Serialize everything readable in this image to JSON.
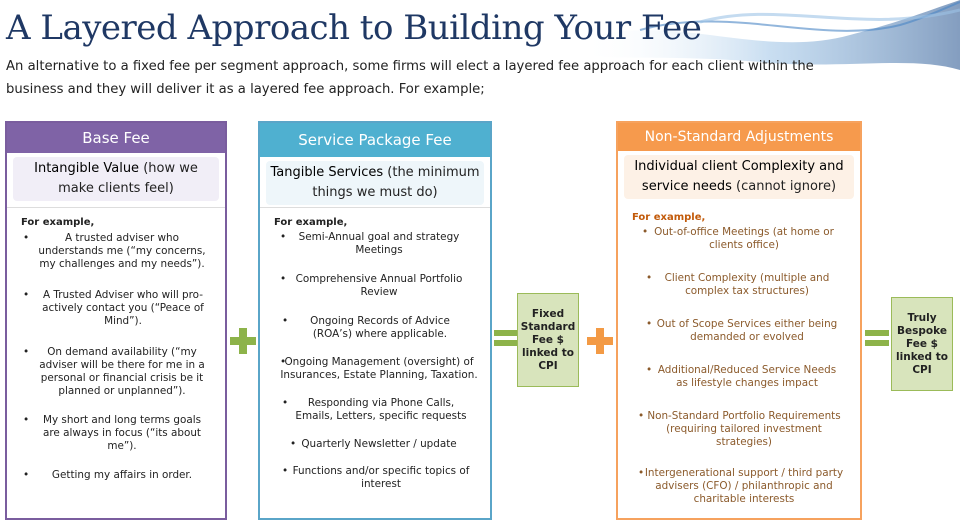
{
  "title": "A Layered Approach to Building Your Fee",
  "intro": "An alternative to a fixed fee per segment approach, some firms will elect a layered fee approach for each client within the business and they will deliver it as a layered fee approach. For example;",
  "base": {
    "header": "Base Fee",
    "sub_bold": "Intangible Value",
    "sub_rest": " (how we make clients feel)",
    "example_label": "For example,",
    "items": [
      "A trusted adviser who understands me (“my concerns, my challenges and my needs”).",
      "A Trusted Adviser who will pro-actively contact you (“Peace of Mind”).",
      "On demand availability (“my adviser will be there for me in a personal or financial crisis be it planned or unplanned”).",
      "My short and long terms goals are always in focus (“its about me”).",
      "Getting my affairs in order."
    ],
    "color": "#7f63a6"
  },
  "service": {
    "header": "Service Package Fee",
    "sub_bold": "Tangible Services",
    "sub_rest": " (the minimum things we must do)",
    "example_label": "For example,",
    "items": [
      "Semi-Annual goal and strategy Meetings",
      "Comprehensive Annual Portfolio Review",
      "Ongoing Records of Advice (ROA’s) where applicable.",
      "Ongoing Management (oversight) of Insurances, Estate Planning, Taxation.",
      "Responding via Phone Calls, Emails, Letters, specific requests",
      "Quarterly Newsletter / update",
      "Functions and/or specific topics of interest"
    ],
    "color": "#4fb0d0"
  },
  "nonstd": {
    "header": "Non-Standard Adjustments",
    "sub_bold": "Individual client Complexity and service needs",
    "sub_rest": " (cannot ignore)",
    "example_label": "For example,",
    "items": [
      "Out-of-office Meetings (at home or clients office)",
      "Client Complexity (multiple and complex tax structures)",
      "Out of Scope Services either being demanded or evolved",
      "Additional/Reduced Service Needs as lifestyle changes impact",
      "Non-Standard Portfolio Requirements (requiring tailored investment strategies)",
      "Intergenerational support / third party advisers (CFO) / philanthropic and charitable interests"
    ],
    "color": "#f69a4d"
  },
  "fixed_box": "Fixed Standard Fee $ linked to CPI",
  "bespoke_box": "Truly Bespoke Fee $ linked to CPI",
  "plus_green": "#8db34a",
  "plus_orange": "#f39a45",
  "equals_green": "#8db34a"
}
